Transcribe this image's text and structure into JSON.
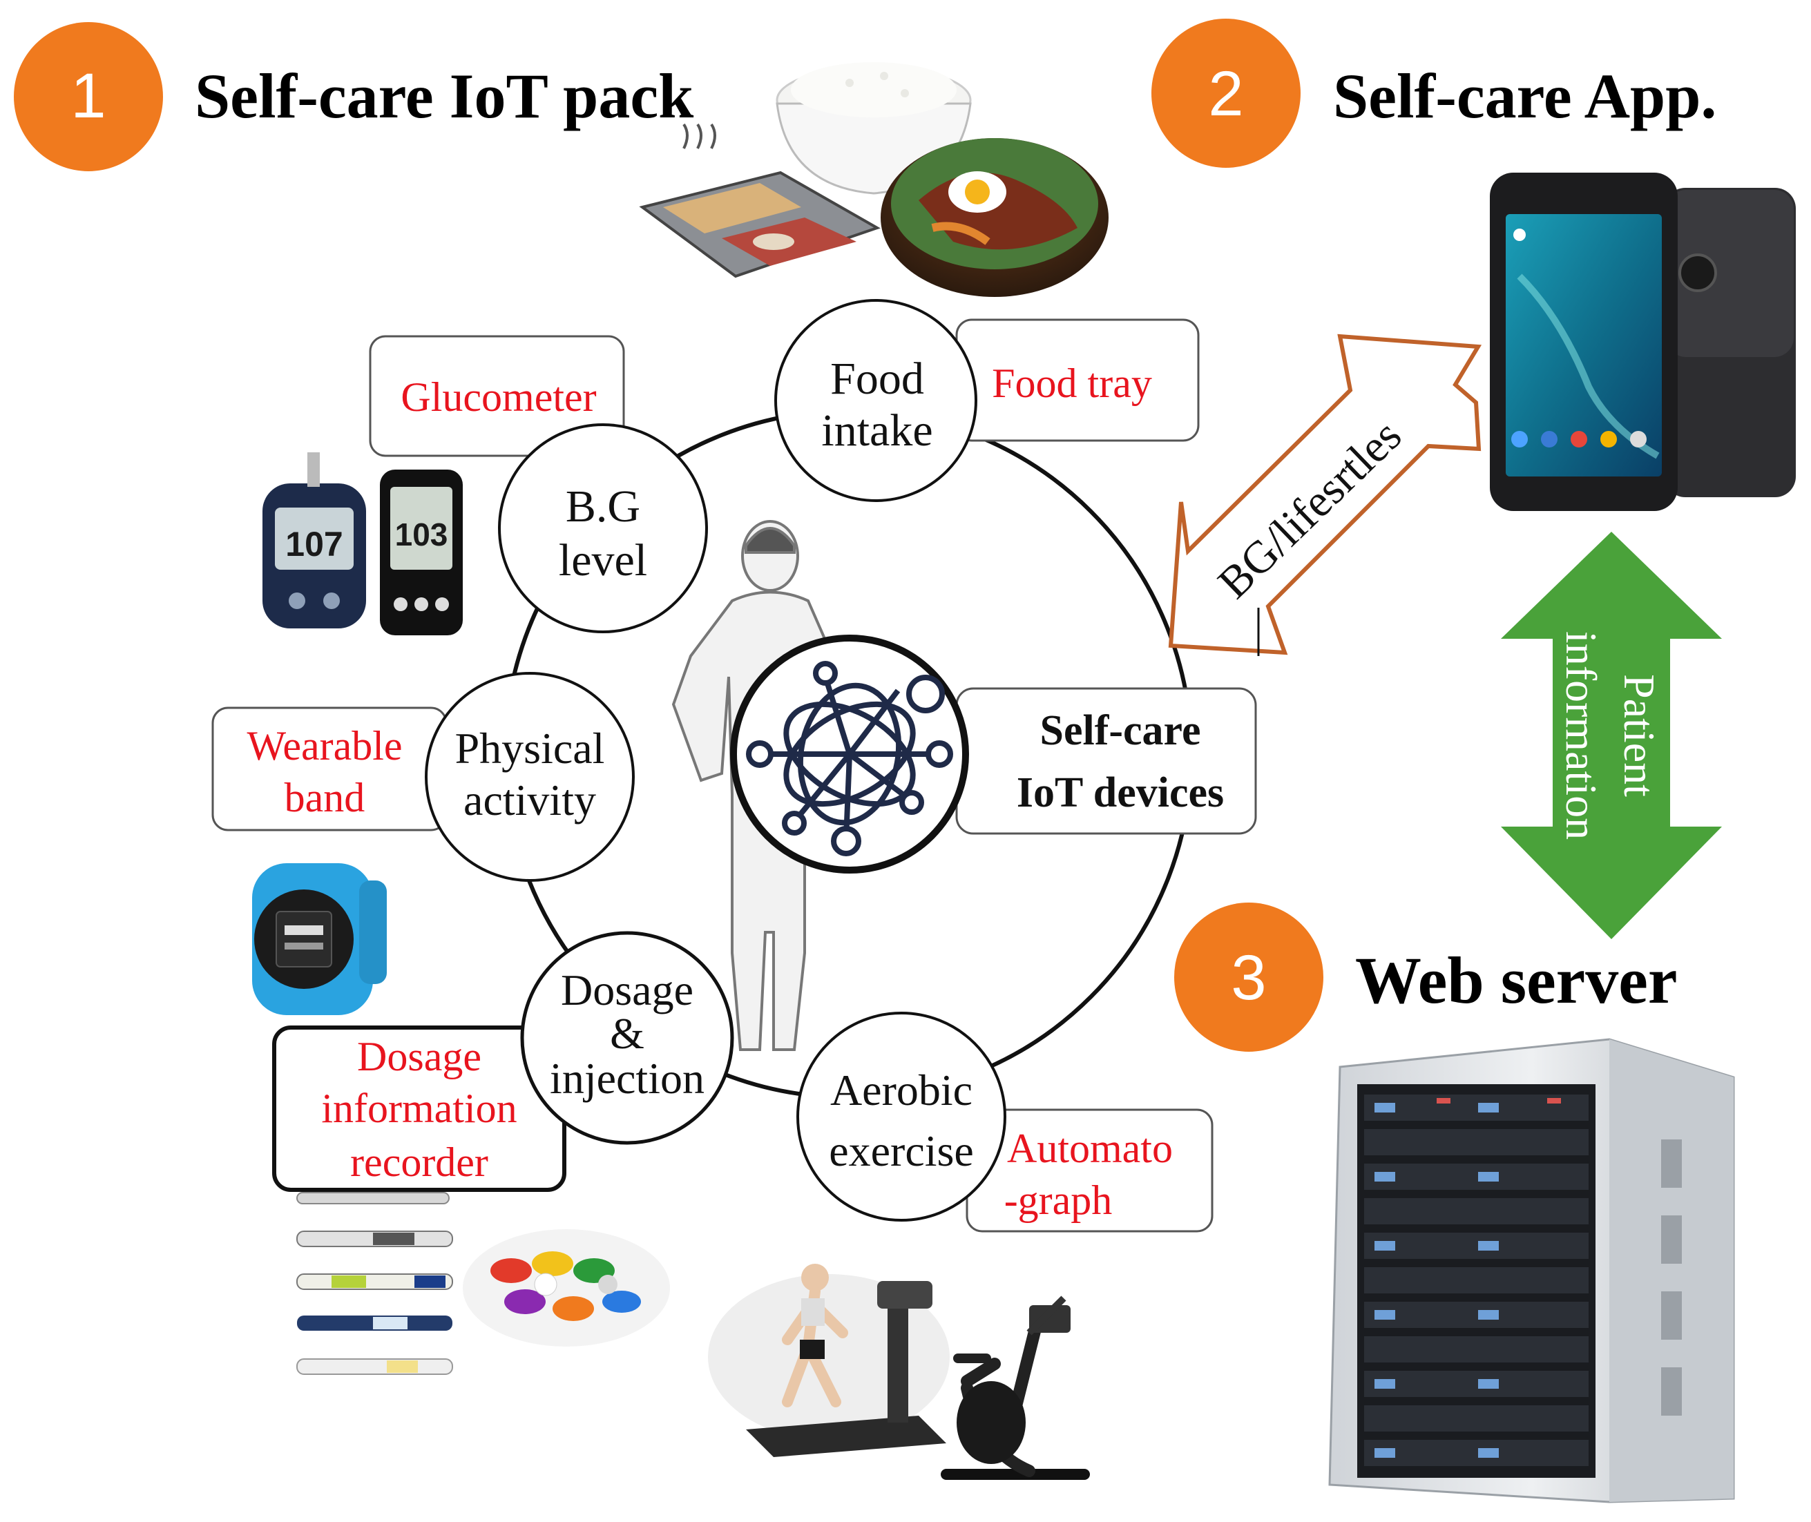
{
  "sections": {
    "pack": {
      "number": "1",
      "title": "Self-care IoT pack"
    },
    "app": {
      "number": "2",
      "title": "Self-care App."
    },
    "server": {
      "number": "3",
      "title": "Web server"
    }
  },
  "hub": {
    "label_line1": "Self-care",
    "label_line2": "IoT devices"
  },
  "nodes": {
    "food": {
      "line1": "Food",
      "line2": "intake",
      "device": "Food tray"
    },
    "bg": {
      "line1": "B.G",
      "line2": "level",
      "device": "Glucometer"
    },
    "physical": {
      "line1": "Physical",
      "line2": "activity",
      "device_line1": "Wearable",
      "device_line2": "band"
    },
    "dosage": {
      "line1": "Dosage",
      "line2": "&",
      "line3": "injection",
      "device_line1": "Dosage",
      "device_line2": "information",
      "device_line3": "recorder"
    },
    "aerobic": {
      "line1": "Aerobic",
      "line2": "exercise",
      "device_line1": "Automato",
      "device_line2": "-graph"
    }
  },
  "arrows": {
    "sync_label": "BG/lifesrtles",
    "patient_label_line1": "Patient",
    "patient_label_line2": "information"
  },
  "glucometer_readings": {
    "left": "107",
    "right": "103"
  },
  "colors": {
    "badge_orange": "#f07a1e",
    "device_red": "#e8141e",
    "sync_arrow": "#c0622a",
    "patient_arrow": "#4aa23a",
    "ring": "#111111"
  },
  "icons": [
    "food-tray-icon",
    "bibimbap-bowl-icon",
    "rice-bowl-icon",
    "glucometer-icon",
    "wearable-band-icon",
    "insulin-pen-icon",
    "pills-icon",
    "treadmill-icon",
    "exercise-bike-icon",
    "human-figure-icon",
    "network-icon",
    "smartphone-icon",
    "server-rack-icon"
  ]
}
